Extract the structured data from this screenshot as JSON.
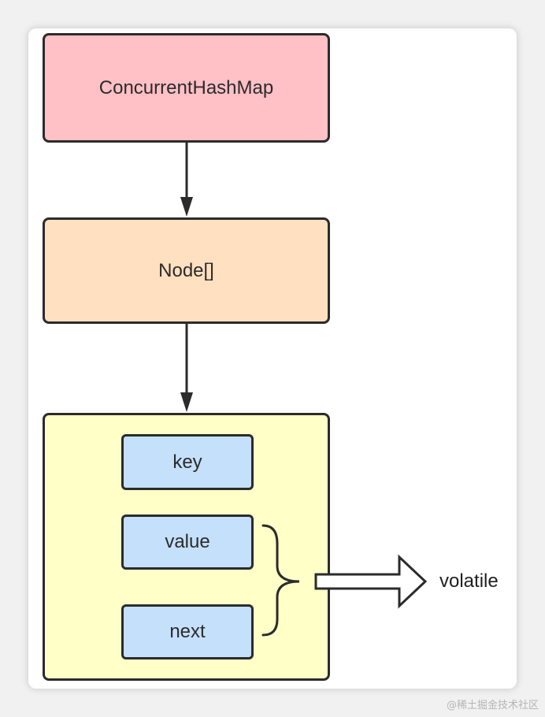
{
  "diagram": {
    "top_box": {
      "label": "ConcurrentHashMap",
      "fill": "#ffc0c6"
    },
    "middle_box": {
      "label": "Node[]",
      "fill": "#ffe0c0"
    },
    "entry_box": {
      "fill": "#ffffc8",
      "fields": [
        {
          "label": "key",
          "fill": "#c4e0fb"
        },
        {
          "label": "value",
          "fill": "#c4e0fb"
        },
        {
          "label": "next",
          "fill": "#c4e0fb"
        }
      ]
    },
    "annotation": {
      "label": "volatile"
    },
    "watermark": "@稀土掘金技术社区"
  }
}
